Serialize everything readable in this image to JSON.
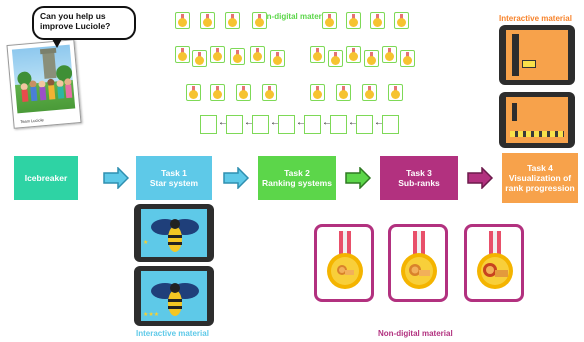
{
  "colors": {
    "teal": "#2ed3a4",
    "light_blue": "#5ec9e8",
    "green": "#5cd64a",
    "magenta": "#b2317f",
    "orange": "#f7a24b",
    "label_green": "#5cd64a",
    "label_cyan": "#5ec9e8",
    "label_magenta": "#b2317f",
    "label_orange": "#f7832b"
  },
  "bubble": {
    "text": "Can you help us improve Luciole?"
  },
  "photo": {
    "caption": "Team Luciole"
  },
  "steps": [
    {
      "title": "Icebreaker",
      "subtitle": ""
    },
    {
      "title": "Task 1",
      "subtitle": "Star system"
    },
    {
      "title": "Task 2",
      "subtitle": "Ranking systems"
    },
    {
      "title": "Task 3",
      "subtitle": "Sub-ranks"
    },
    {
      "title": "Task 4",
      "subtitle": "Visualization of rank progression"
    }
  ],
  "labels": {
    "non_digital_top": "Non-digital material",
    "interactive_top": "Interactive material",
    "interactive_bottom": "Interactive material",
    "non_digital_bottom": "Non-digital material"
  },
  "slot_arrow": "←",
  "icons": {
    "arrow": "right-arrow-icon",
    "medal": "medal-icon",
    "bee": "bee-icon",
    "lion": "lion-icon",
    "star": "star-icon"
  }
}
